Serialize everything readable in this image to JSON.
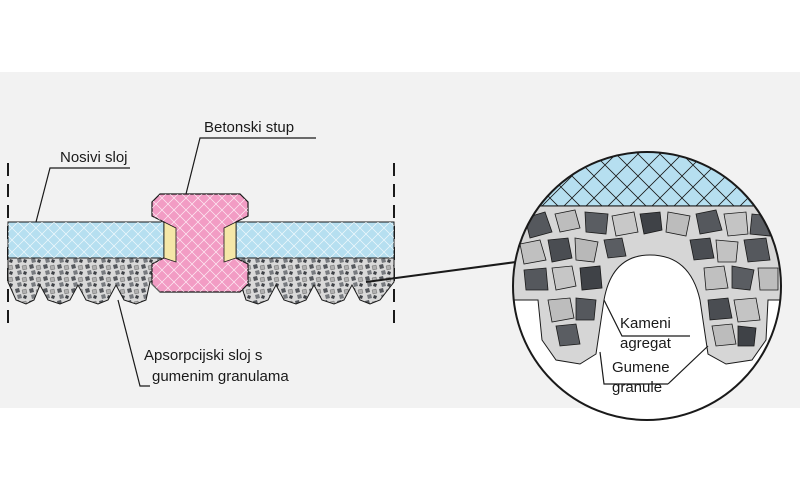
{
  "labels": {
    "nosivi_sloj": "Nosivi sloj",
    "betonski_stup": "Betonski stup",
    "apsorpcijski_line1": "Apsorpcijski sloj s",
    "apsorpcijski_line2": "gumenim granulama",
    "kameni_line1": "Kameni",
    "kameni_line2": "agregat",
    "gumene_line1": "Gumene",
    "gumene_line2": "granule"
  },
  "colors": {
    "load_layer": "#b6dff0",
    "concrete_post": "#f29cc4",
    "adhesive_strip": "#f5e7a8",
    "stone_aggregate": "#d6d6d6",
    "rubber_granules": "#5a5d62",
    "outline": "#1a1a1a",
    "background": "#f2f2f2"
  }
}
